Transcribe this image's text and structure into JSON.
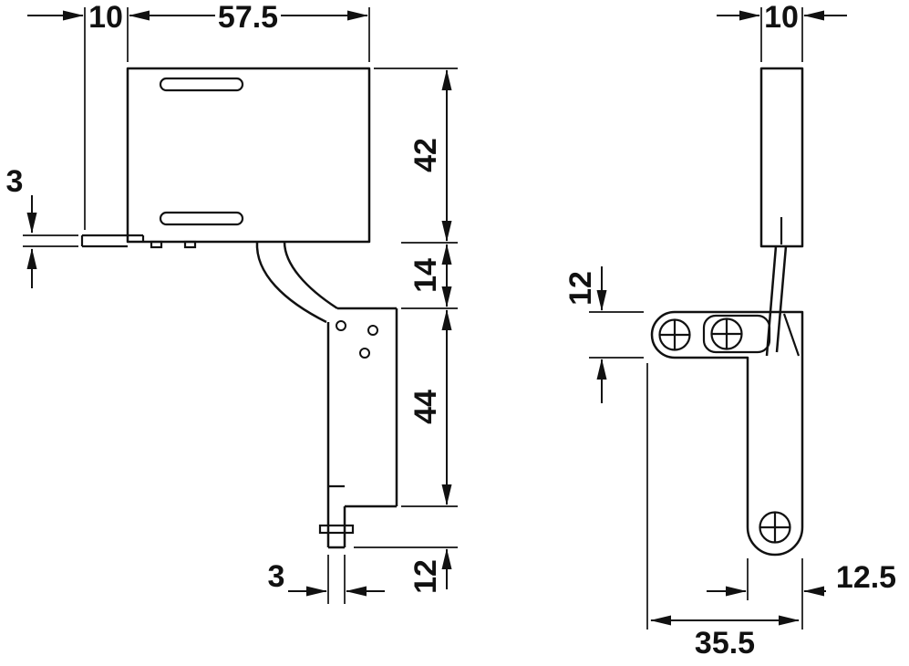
{
  "drawing": {
    "type": "technical-dimension-drawing",
    "subject": "cabinet-flap-hinge-bracket",
    "views": [
      "front-view",
      "side-view"
    ]
  },
  "colors": {
    "line": "#111111",
    "background": "#ffffff"
  },
  "front_view": {
    "dim_plate_offset": "10",
    "dim_body_width": "57.5",
    "dim_plate_thickness": "3",
    "dim_body_height": "42",
    "dim_gap_height": "14",
    "dim_arm_height": "44",
    "dim_foot_height": "12",
    "dim_strip_width": "3"
  },
  "side_view": {
    "dim_bar_width": "10",
    "dim_bracket_height": "12",
    "dim_profile_width": "12.5",
    "dim_total_depth": "35.5"
  }
}
